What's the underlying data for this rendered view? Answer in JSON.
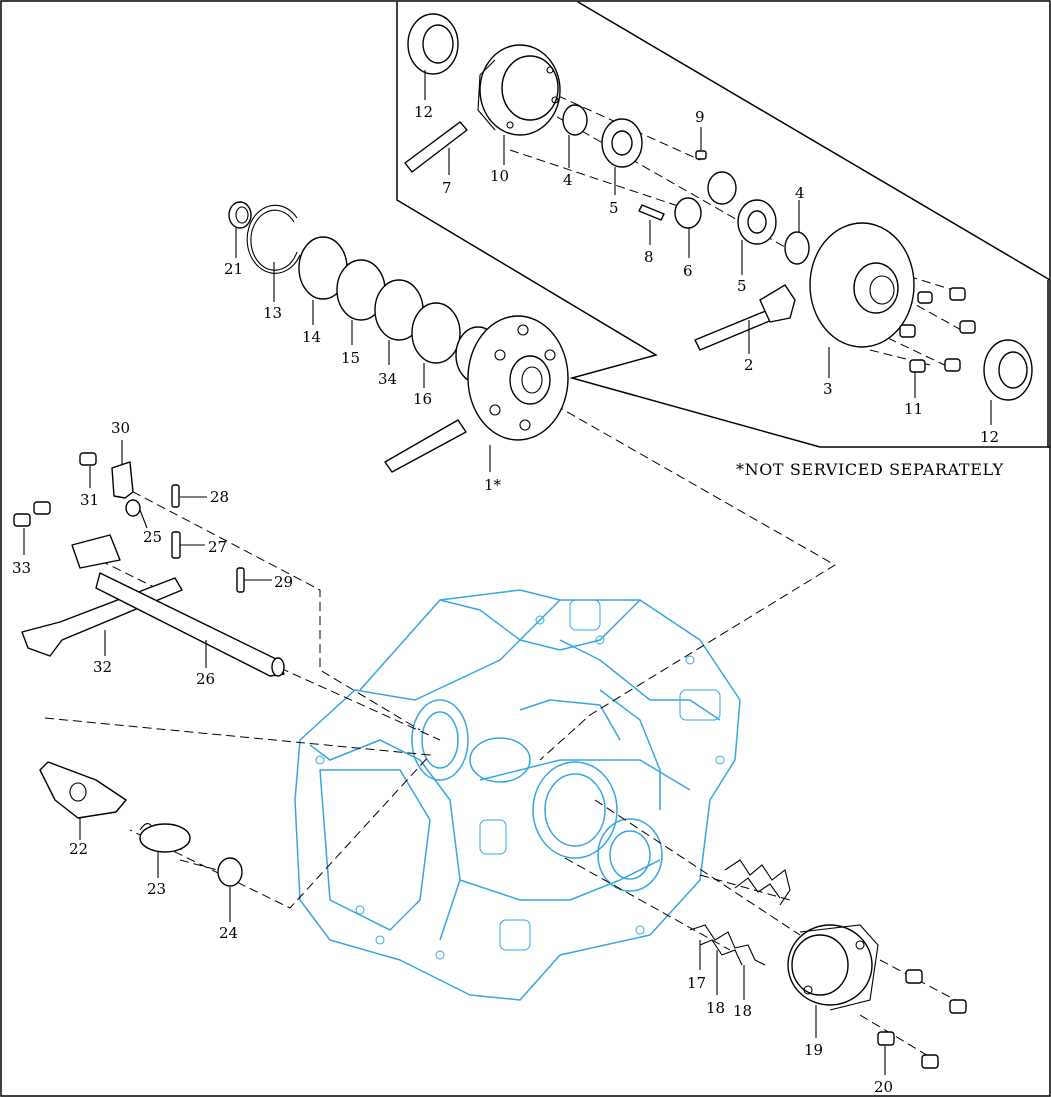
{
  "note": "*NOT SERVICED SEPARATELY",
  "colors": {
    "lines": "#000000",
    "housing": "#35a6df",
    "background": "#ffffff"
  },
  "labels": {
    "l1": "1*",
    "l2": "2",
    "l3": "3",
    "l4a": "4",
    "l4b": "4",
    "l5a": "5",
    "l5b": "5",
    "l6": "6",
    "l7": "7",
    "l8": "8",
    "l9": "9",
    "l10": "10",
    "l11": "11",
    "l12a": "12",
    "l12b": "12",
    "l13": "13",
    "l14": "14",
    "l15": "15",
    "l16": "16",
    "l17": "17",
    "l18a": "18",
    "l18b": "18",
    "l19": "19",
    "l20": "20",
    "l21": "21",
    "l22": "22",
    "l23": "23",
    "l24": "24",
    "l25": "25",
    "l26": "26",
    "l27": "27",
    "l28": "28",
    "l29": "29",
    "l30": "30",
    "l31": "31",
    "l32": "32",
    "l33": "33",
    "l34": "34"
  }
}
